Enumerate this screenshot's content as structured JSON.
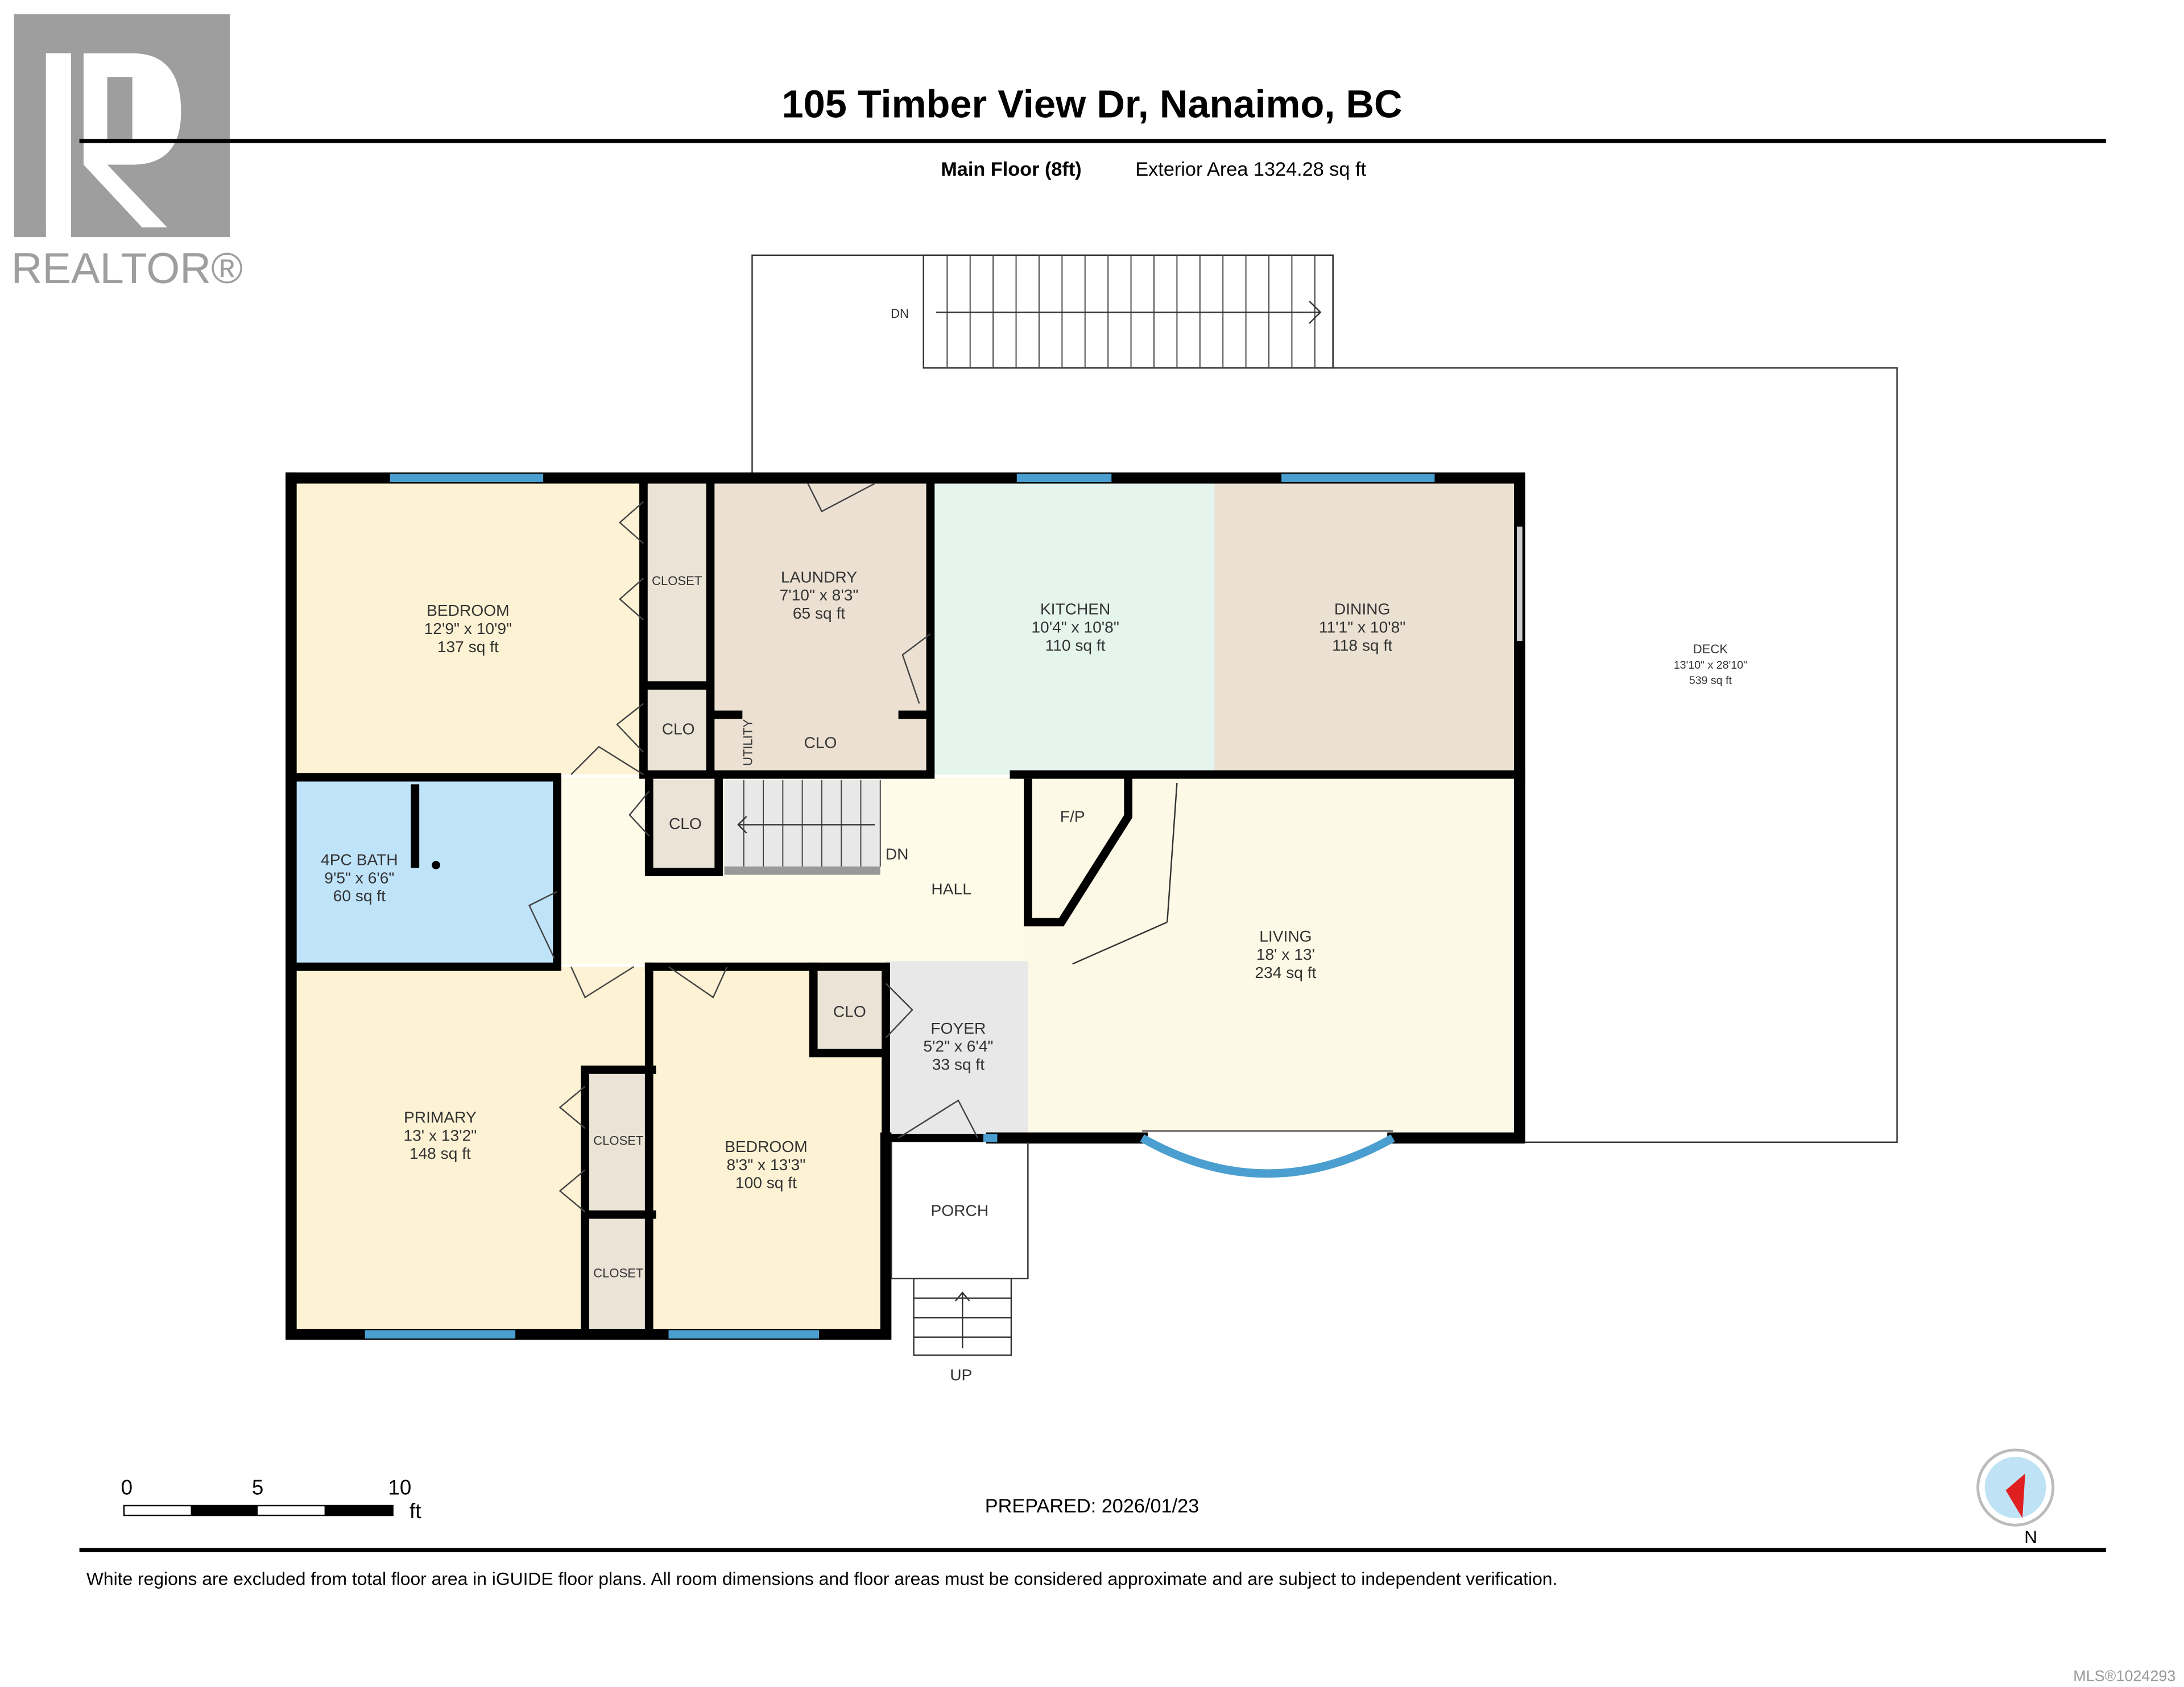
{
  "header": {
    "title": "105 Timber View Dr, Nanaimo, BC",
    "floor": "Main Floor (8ft)",
    "exterior_area": "Exterior Area 1324.28 sq ft"
  },
  "logo": {
    "text": "REALTOR®",
    "brand_color": "#9e9e9e"
  },
  "rooms": {
    "bedroom1": {
      "name": "BEDROOM",
      "dims": "12'9\" x 10'9\"",
      "area": "137 sq ft",
      "color": "#fdf3d4"
    },
    "laundry": {
      "name": "LAUNDRY",
      "dims": "7'10\" x 8'3\"",
      "area": "65 sq ft",
      "color": "#ebe0d2"
    },
    "kitchen": {
      "name": "KITCHEN",
      "dims": "10'4\" x 10'8\"",
      "area": "110 sq ft",
      "color": "#e5f4ec"
    },
    "dining": {
      "name": "DINING",
      "dims": "11'1\" x 10'8\"",
      "area": "118 sq ft",
      "color": "#ebe1d3"
    },
    "deck": {
      "name": "DECK",
      "dims": "13'10\" x 28'10\"",
      "area": "539 sq ft"
    },
    "bath": {
      "name": "4PC BATH",
      "dims": "9'5\" x 6'6\"",
      "area": "60 sq ft",
      "color": "#bfe3f9"
    },
    "living": {
      "name": "LIVING",
      "dims": "18' x 13'",
      "area": "234 sq ft",
      "color": "#fdf9e6"
    },
    "primary": {
      "name": "PRIMARY",
      "dims": "13' x 13'2\"",
      "area": "148 sq ft",
      "color": "#fdf3d4"
    },
    "bedroom2": {
      "name": "BEDROOM",
      "dims": "8'3\" x 13'3\"",
      "area": "100 sq ft",
      "color": "#fdf3d4"
    },
    "foyer": {
      "name": "FOYER",
      "dims": "5'2\" x 6'4\"",
      "area": "33 sq ft",
      "color": "#e8e8e8"
    },
    "hall": {
      "name": "HALL"
    },
    "porch": {
      "name": "PORCH"
    }
  },
  "labels": {
    "closet": "CLOSET",
    "clo": "CLO",
    "utility": "UTILITY",
    "fp": "F/P",
    "dn": "DN",
    "up": "UP"
  },
  "scale": {
    "ticks": [
      "0",
      "5",
      "10"
    ],
    "unit": "ft"
  },
  "prepared": "PREPARED: 2026/01/23",
  "compass": {
    "label": "N",
    "needle_color": "#e02020",
    "ring_color": "#bfe3f5"
  },
  "footer": {
    "disclaimer": "White regions are excluded from total floor area in iGUIDE floor plans. All room dimensions and floor areas must be considered approximate and are subject to independent verification.",
    "mls": "MLS®1024293"
  },
  "window_color": "#4a9fd0"
}
